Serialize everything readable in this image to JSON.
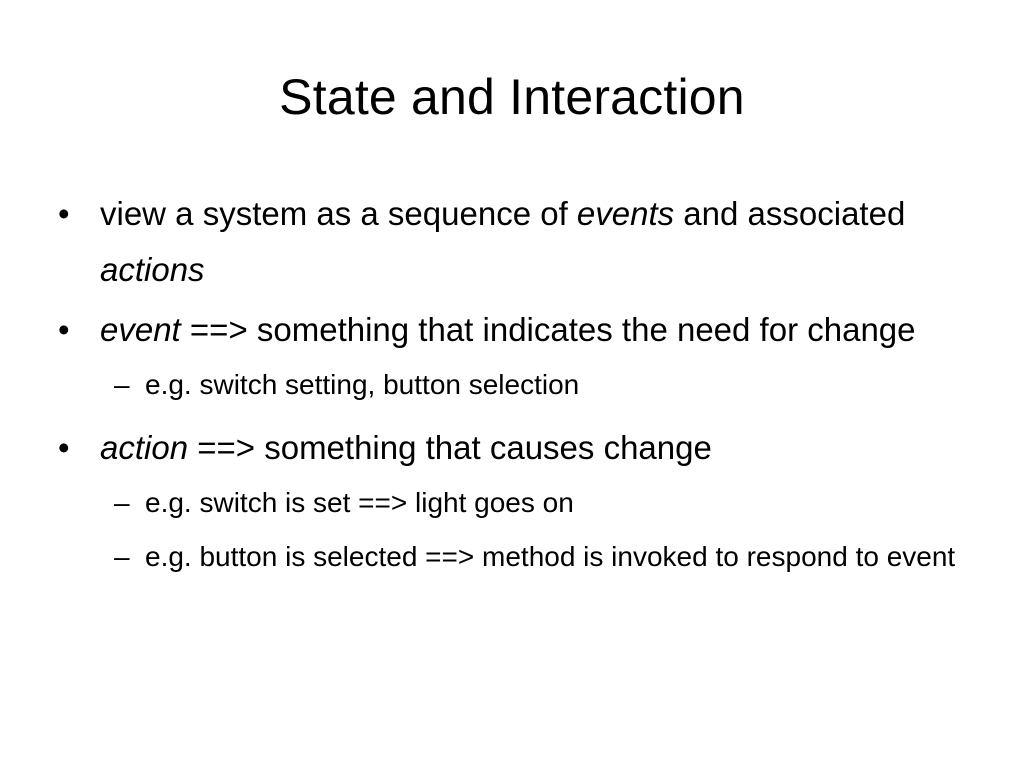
{
  "slide": {
    "title": "State and Interaction",
    "bullet_glyph": "•",
    "dash_glyph": "–",
    "items": [
      {
        "level": 1,
        "segments": [
          {
            "text": "view a system as a sequence of ",
            "italic": false
          },
          {
            "text": "events",
            "italic": true
          },
          {
            "text": " and associated ",
            "italic": false
          },
          {
            "text": "actions",
            "italic": true
          }
        ]
      },
      {
        "level": 1,
        "segments": [
          {
            "text": "event",
            "italic": true
          },
          {
            "text": " ==> something that indicates the need for change",
            "italic": false
          }
        ]
      },
      {
        "level": 2,
        "text": "e.g. switch setting,  button selection"
      },
      {
        "level": 1,
        "segments": [
          {
            "text": "action",
            "italic": true
          },
          {
            "text": " ==> something that causes change",
            "italic": false
          }
        ]
      },
      {
        "level": 2,
        "text": "e.g. switch is set ==> light goes on"
      },
      {
        "level": 2,
        "text": "e.g. button is selected ==> method is invoked to respond to event"
      }
    ]
  }
}
